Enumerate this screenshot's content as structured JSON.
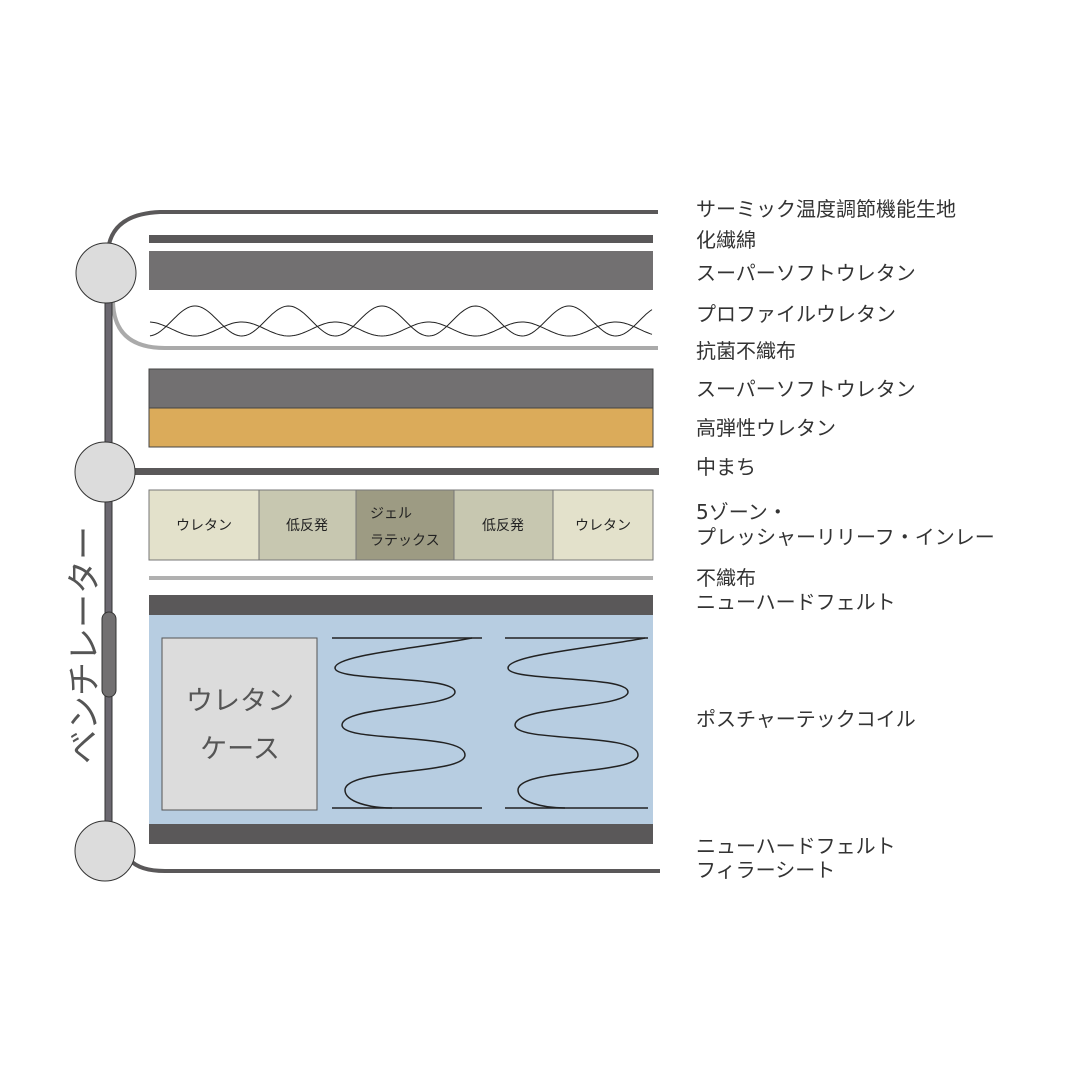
{
  "labels": {
    "thermic_fabric": "サーミック温度調節機能生地",
    "synthetic_cotton": "化繊綿",
    "super_soft_1": "スーパーソフトウレタン",
    "profile_urethane": "プロファイルウレタン",
    "antibacterial_nonwoven": "抗菌不織布",
    "super_soft_2": "スーパーソフトウレタン",
    "high_resilience": "高弾性ウレタン",
    "gusset": "中まち",
    "zone_line1": "5ゾーン・",
    "zone_line2": "プレッシャーリリーフ・インレー",
    "nonwoven": "不織布",
    "new_hard_felt_1": "ニューハードフェルト",
    "pocket_coil": "ポスチャーテックコイル",
    "new_hard_felt_2": "ニューハードフェルト",
    "filler_sheet": "フィラーシート"
  },
  "zones": {
    "z1": "ウレタン",
    "z2": "低反発",
    "z3a": "ジェル",
    "z3b": "ラテックス",
    "z4": "低反発",
    "z5": "ウレタン"
  },
  "urethane_case": {
    "line1": "ウレタン",
    "line2": "ケース"
  },
  "ventilator": "ベンチレーター",
  "colors": {
    "dark": "#5a5859",
    "mid": "#727071",
    "orange": "#dbab5a",
    "zone_light": "#e3e1cb",
    "zone_mid": "#c7c7b0",
    "zone_dark": "#9d9b83",
    "coil_bg": "#b7cde1",
    "case_bg": "#dcdcdc"
  }
}
